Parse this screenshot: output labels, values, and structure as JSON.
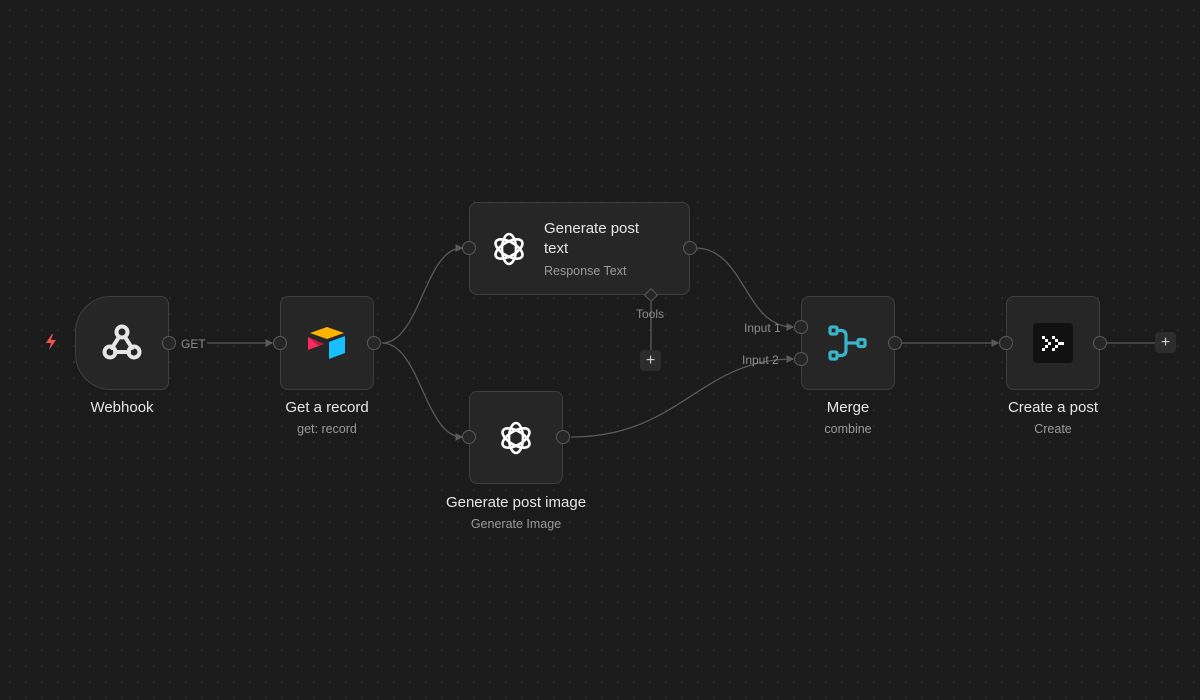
{
  "canvas": {
    "background": "#1b1b1b",
    "accent_trigger": "#ef5350",
    "accent_merge": "#3ab4c8"
  },
  "nodes": {
    "webhook": {
      "title": "Webhook",
      "icon": "webhook-icon",
      "output_label": "GET"
    },
    "airtable": {
      "title": "Get a record",
      "subtitle": "get: record",
      "icon": "airtable-icon"
    },
    "gen_text": {
      "title_line1": "Generate post",
      "title_line2": "text",
      "subtitle": "Response Text",
      "icon": "openai-icon",
      "tools_label": "Tools",
      "tools_add": "+"
    },
    "gen_image": {
      "title": "Generate post image",
      "subtitle": "Generate Image",
      "icon": "openai-icon"
    },
    "merge": {
      "title": "Merge",
      "subtitle": "combine",
      "icon": "merge-icon",
      "input1_label": "Input 1",
      "input2_label": "Input 2"
    },
    "create_post": {
      "title": "Create a post",
      "subtitle": "Create",
      "icon": "typefully-icon",
      "add_next": "+"
    }
  }
}
